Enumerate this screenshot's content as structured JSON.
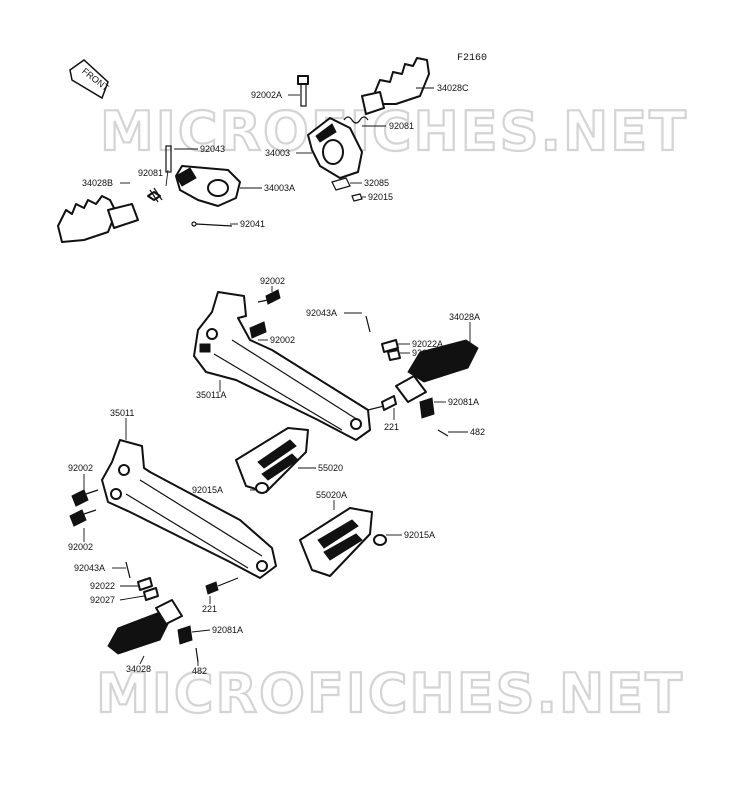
{
  "figure_code": "F2160",
  "front_badge": "FRONT",
  "watermark": [
    "MICROFICHES.NET",
    "MICROFICHES.NET"
  ],
  "callouts": [
    {
      "id": "c1",
      "text": "92002A"
    },
    {
      "id": "c2",
      "text": "34028C"
    },
    {
      "id": "c3",
      "text": "92081"
    },
    {
      "id": "c4",
      "text": "34003"
    },
    {
      "id": "c5",
      "text": "32085"
    },
    {
      "id": "c6",
      "text": "92015"
    },
    {
      "id": "c7",
      "text": "92043"
    },
    {
      "id": "c8",
      "text": "34028B"
    },
    {
      "id": "c9",
      "text": "92081"
    },
    {
      "id": "c10",
      "text": "34003A"
    },
    {
      "id": "c11",
      "text": "92041"
    },
    {
      "id": "c12",
      "text": "92002"
    },
    {
      "id": "c13",
      "text": "92043A"
    },
    {
      "id": "c14",
      "text": "34028A"
    },
    {
      "id": "c15",
      "text": "92002"
    },
    {
      "id": "c16",
      "text": "92022A"
    },
    {
      "id": "c17",
      "text": "92027"
    },
    {
      "id": "c18",
      "text": "35011A"
    },
    {
      "id": "c19",
      "text": "92081A"
    },
    {
      "id": "c20",
      "text": "221"
    },
    {
      "id": "c21",
      "text": "482"
    },
    {
      "id": "c22",
      "text": "35011"
    },
    {
      "id": "c23",
      "text": "55020"
    },
    {
      "id": "c24",
      "text": "92002"
    },
    {
      "id": "c25",
      "text": "92015A"
    },
    {
      "id": "c26",
      "text": "55020A"
    },
    {
      "id": "c27",
      "text": "92015A"
    },
    {
      "id": "c28",
      "text": "92002"
    },
    {
      "id": "c29",
      "text": "92043A"
    },
    {
      "id": "c30",
      "text": "92022"
    },
    {
      "id": "c31",
      "text": "92027"
    },
    {
      "id": "c32",
      "text": "221"
    },
    {
      "id": "c33",
      "text": "92081A"
    },
    {
      "id": "c34",
      "text": "34028"
    },
    {
      "id": "c35",
      "text": "482"
    }
  ]
}
